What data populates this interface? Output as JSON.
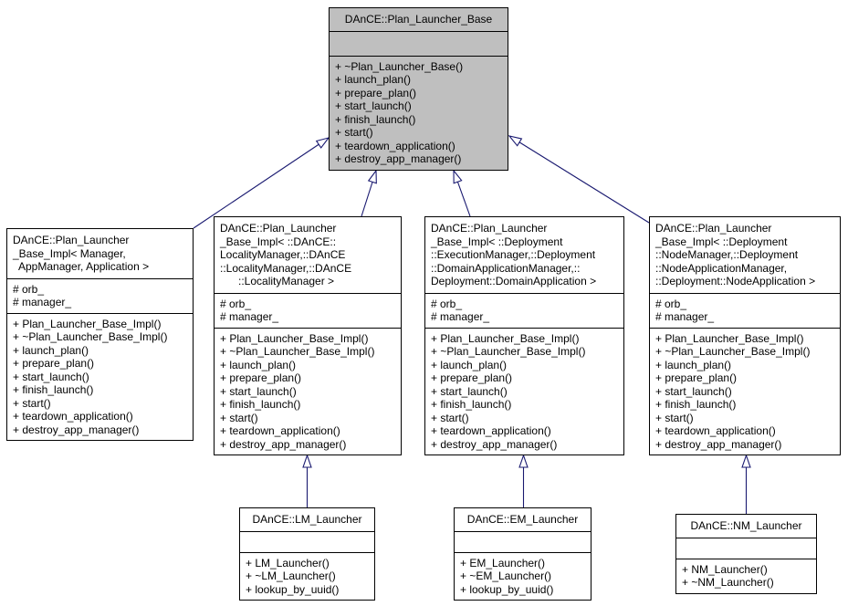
{
  "diagram": {
    "kind": "uml-class-inheritance",
    "colors": {
      "highlight_fill": "#bfbfbf",
      "box_fill": "#ffffff",
      "border": "#000000",
      "arrow": "#191970",
      "background": "#ffffff"
    },
    "classes": [
      {
        "name": "DAnCE::Plan_Launcher_Base",
        "title_lines": [
          "DAnCE::Plan_Launcher_Base"
        ],
        "attributes": [],
        "methods": [
          "+ ~Plan_Launcher_Base()",
          "+ launch_plan()",
          "+ prepare_plan()",
          "+ start_launch()",
          "+ finish_launch()",
          "+ start()",
          "+ teardown_application()",
          "+ destroy_app_manager()"
        ]
      },
      {
        "name": "DAnCE::Plan_Launcher_Base_Impl< Manager, AppManager, Application >",
        "title_lines": [
          "DAnCE::Plan_Launcher",
          "_Base_Impl< Manager,",
          "  AppManager, Application >"
        ],
        "attributes": [
          "# orb_",
          "# manager_"
        ],
        "methods": [
          "+ Plan_Launcher_Base_Impl()",
          "+ ~Plan_Launcher_Base_Impl()",
          "+ launch_plan()",
          "+ prepare_plan()",
          "+ start_launch()",
          "+ finish_launch()",
          "+ start()",
          "+ teardown_application()",
          "+ destroy_app_manager()"
        ]
      },
      {
        "name": "DAnCE::Plan_Launcher_Base_Impl< ::DAnCE::LocalityManager,::DAnCE::LocalityManager,::DAnCE::LocalityManager >",
        "title_lines": [
          "DAnCE::Plan_Launcher",
          "_Base_Impl< ::DAnCE::",
          "LocalityManager,::DAnCE",
          "::LocalityManager,::DAnCE",
          "      ::LocalityManager >"
        ],
        "attributes": [
          "# orb_",
          "# manager_"
        ],
        "methods": [
          "+ Plan_Launcher_Base_Impl()",
          "+ ~Plan_Launcher_Base_Impl()",
          "+ launch_plan()",
          "+ prepare_plan()",
          "+ start_launch()",
          "+ finish_launch()",
          "+ start()",
          "+ teardown_application()",
          "+ destroy_app_manager()"
        ]
      },
      {
        "name": "DAnCE::Plan_Launcher_Base_Impl< ::Deployment::ExecutionManager,::Deployment::DomainApplicationManager,::Deployment::DomainApplication >",
        "title_lines": [
          "DAnCE::Plan_Launcher",
          "_Base_Impl< ::Deployment",
          "::ExecutionManager,::Deployment",
          "::DomainApplicationManager,::",
          "Deployment::DomainApplication >"
        ],
        "attributes": [
          "# orb_",
          "# manager_"
        ],
        "methods": [
          "+ Plan_Launcher_Base_Impl()",
          "+ ~Plan_Launcher_Base_Impl()",
          "+ launch_plan()",
          "+ prepare_plan()",
          "+ start_launch()",
          "+ finish_launch()",
          "+ start()",
          "+ teardown_application()",
          "+ destroy_app_manager()"
        ]
      },
      {
        "name": "DAnCE::Plan_Launcher_Base_Impl< ::Deployment::NodeManager,::Deployment::NodeApplicationManager,::Deployment::NodeApplication >",
        "title_lines": [
          "DAnCE::Plan_Launcher",
          "_Base_Impl< ::Deployment",
          "::NodeManager,::Deployment",
          "::NodeApplicationManager,",
          "::Deployment::NodeApplication >"
        ],
        "attributes": [
          "# orb_",
          "# manager_"
        ],
        "methods": [
          "+ Plan_Launcher_Base_Impl()",
          "+ ~Plan_Launcher_Base_Impl()",
          "+ launch_plan()",
          "+ prepare_plan()",
          "+ start_launch()",
          "+ finish_launch()",
          "+ start()",
          "+ teardown_application()",
          "+ destroy_app_manager()"
        ]
      },
      {
        "name": "DAnCE::LM_Launcher",
        "title_lines": [
          "DAnCE::LM_Launcher"
        ],
        "attributes": [],
        "methods": [
          "+ LM_Launcher()",
          "+ ~LM_Launcher()",
          "+ lookup_by_uuid()"
        ]
      },
      {
        "name": "DAnCE::EM_Launcher",
        "title_lines": [
          "DAnCE::EM_Launcher"
        ],
        "attributes": [],
        "methods": [
          "+ EM_Launcher()",
          "+ ~EM_Launcher()",
          "+ lookup_by_uuid()"
        ]
      },
      {
        "name": "DAnCE::NM_Launcher",
        "title_lines": [
          "DAnCE::NM_Launcher"
        ],
        "attributes": [],
        "methods": [
          "+ NM_Launcher()",
          "+ ~NM_Launcher()"
        ]
      }
    ],
    "inheritance": [
      {
        "child": "DAnCE::Plan_Launcher_Base_Impl< Manager, AppManager, Application >",
        "parent": "DAnCE::Plan_Launcher_Base"
      },
      {
        "child": "DAnCE::Plan_Launcher_Base_Impl< ::DAnCE::LocalityManager,::DAnCE::LocalityManager,::DAnCE::LocalityManager >",
        "parent": "DAnCE::Plan_Launcher_Base"
      },
      {
        "child": "DAnCE::Plan_Launcher_Base_Impl< ::Deployment::ExecutionManager,::Deployment::DomainApplicationManager,::Deployment::DomainApplication >",
        "parent": "DAnCE::Plan_Launcher_Base"
      },
      {
        "child": "DAnCE::Plan_Launcher_Base_Impl< ::Deployment::NodeManager,::Deployment::NodeApplicationManager,::Deployment::NodeApplication >",
        "parent": "DAnCE::Plan_Launcher_Base"
      },
      {
        "child": "DAnCE::LM_Launcher",
        "parent": "DAnCE::Plan_Launcher_Base_Impl< ::DAnCE::LocalityManager,::DAnCE::LocalityManager,::DAnCE::LocalityManager >"
      },
      {
        "child": "DAnCE::EM_Launcher",
        "parent": "DAnCE::Plan_Launcher_Base_Impl< ::Deployment::ExecutionManager,::Deployment::DomainApplicationManager,::Deployment::DomainApplication >"
      },
      {
        "child": "DAnCE::NM_Launcher",
        "parent": "DAnCE::Plan_Launcher_Base_Impl< ::Deployment::NodeManager,::Deployment::NodeApplicationManager,::Deployment::NodeApplication >"
      }
    ]
  }
}
